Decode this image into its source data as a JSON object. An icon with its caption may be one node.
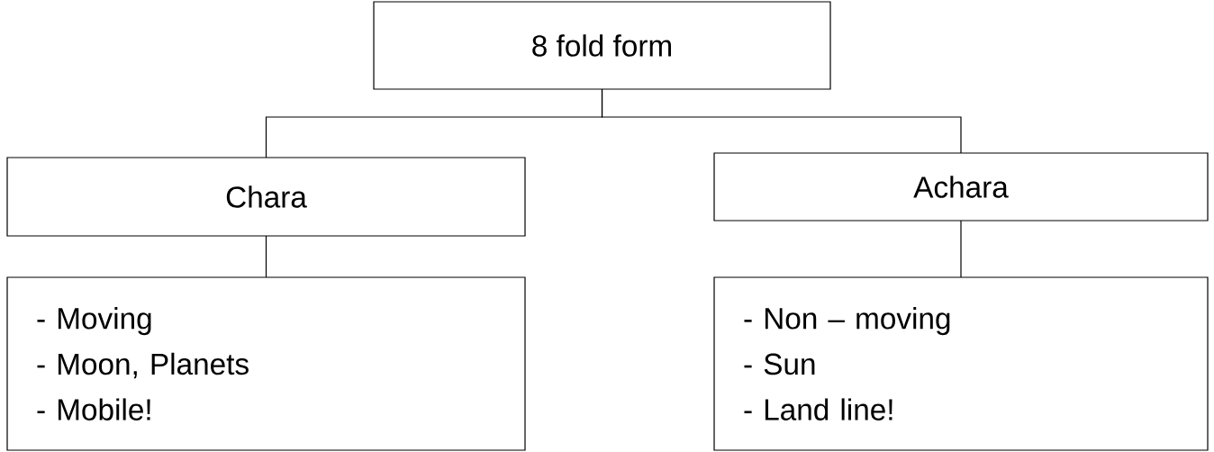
{
  "diagram": {
    "nodes": [
      {
        "text": [
          "8 fold form"
        ]
      },
      {
        "text": [
          "Chara"
        ]
      },
      {
        "text": [
          "Achara"
        ]
      },
      {
        "text": [
          "- Moving",
          "- Moon, Planets",
          "- Mobile!"
        ]
      },
      {
        "text": [
          "- Non – moving",
          "- Sun",
          "- Land line!"
        ]
      }
    ],
    "edges": [
      {
        "from": 0,
        "to": 1,
        "arrow": "none"
      },
      {
        "from": 0,
        "to": 2,
        "arrow": "none"
      },
      {
        "from": 1,
        "to": 3,
        "arrow": "none"
      },
      {
        "from": 2,
        "to": 4,
        "arrow": "none"
      }
    ]
  }
}
